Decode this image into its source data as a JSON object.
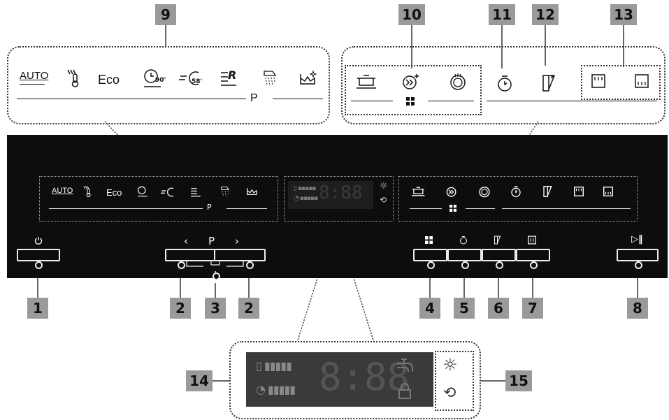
{
  "callouts": {
    "c1": "1",
    "c2a": "2",
    "c2b": "2",
    "c3": "3",
    "c4": "4",
    "c5": "5",
    "c6": "6",
    "c7": "7",
    "c8": "8",
    "c9": "9",
    "c10": "10",
    "c11": "11",
    "c12": "12",
    "c13": "13",
    "c14": "14",
    "c15": "15"
  },
  "programs": {
    "auto": "AUTO",
    "eco": "Eco",
    "time90": "90'",
    "time58": "58'",
    "rinse": "R",
    "p": "P"
  },
  "nav": {
    "prev": "‹",
    "p": "P",
    "next": "›"
  },
  "display": {
    "digits": "8:88"
  },
  "icons": [
    "power-icon",
    "grid-icon",
    "timer-icon",
    "door-icon",
    "tablet-icon",
    "play-pause-icon",
    "lock-icon",
    "tap-icon",
    "sun-icon",
    "cycle-icon",
    "pot-icon",
    "speed-icon",
    "zone-icon",
    "upper-rack-icon",
    "lower-rack-icon"
  ],
  "colors": {
    "panel": "#0d0d0d",
    "callout": "#9a9a9a",
    "display": "#3a3a3a"
  }
}
